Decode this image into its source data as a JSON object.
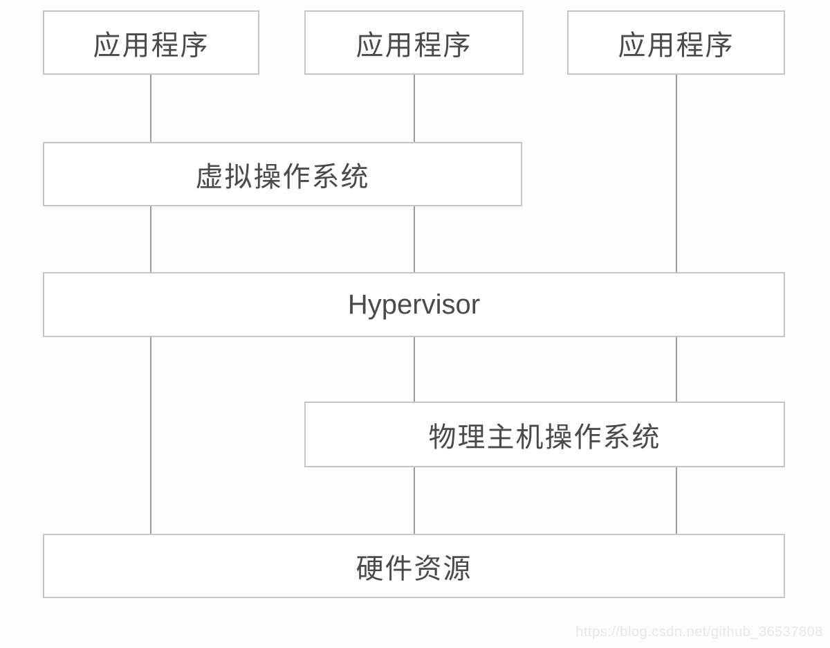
{
  "diagram": {
    "title": "hypervisor-virtualization-architecture",
    "boxes": {
      "app1": {
        "label": "应用程序"
      },
      "app2": {
        "label": "应用程序"
      },
      "app3": {
        "label": "应用程序"
      },
      "virtual_os": {
        "label": "虚拟操作系统"
      },
      "hypervisor": {
        "label": "Hypervisor"
      },
      "host_os": {
        "label": "物理主机操作系统"
      },
      "hardware": {
        "label": "硬件资源"
      }
    },
    "connections": [
      {
        "from": "app1",
        "to": "virtual_os"
      },
      {
        "from": "app2",
        "to": "virtual_os"
      },
      {
        "from": "app3",
        "to": "hypervisor"
      },
      {
        "from": "virtual_os",
        "to": "hypervisor"
      },
      {
        "from": "hypervisor",
        "to": "host_os"
      },
      {
        "from": "hypervisor",
        "to": "hardware"
      },
      {
        "from": "host_os",
        "to": "hardware"
      }
    ],
    "colors": {
      "background": "#fdfdfd",
      "box_fill": "#ffffff",
      "box_border": "#c6c6c6",
      "text": "#4a4a4a",
      "connector_line": "#9c9c9c",
      "watermark": "#e7e7e7"
    }
  },
  "watermark": {
    "text": "https://blog.csdn.net/github_36537808"
  }
}
